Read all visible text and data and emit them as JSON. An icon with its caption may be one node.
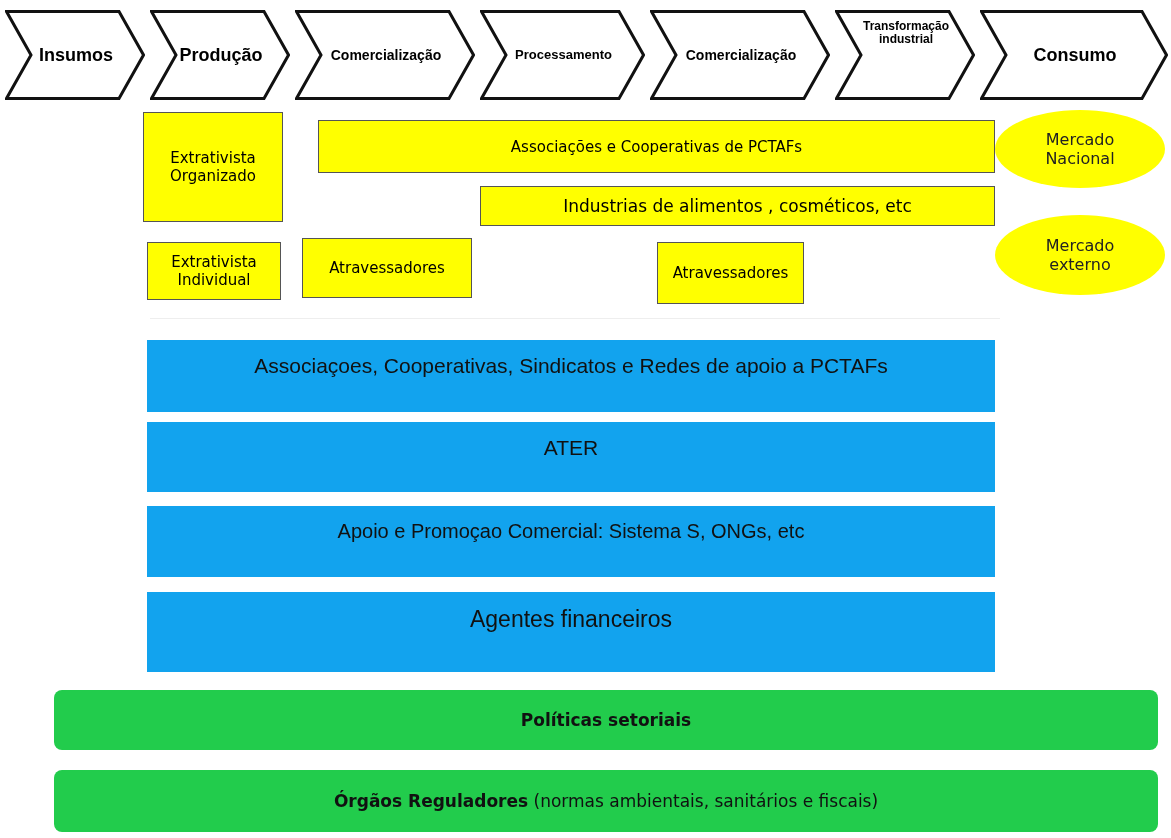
{
  "diagram": {
    "nodes": [
      {
        "text": [
          "Insumos"
        ]
      },
      {
        "text": [
          "Produção"
        ]
      },
      {
        "text": [
          "Comercialização"
        ]
      },
      {
        "text": [
          "Processamento"
        ]
      },
      {
        "text": [
          "Comercialização"
        ]
      },
      {
        "text": [
          "Transformação industrial"
        ]
      },
      {
        "text": [
          "Consumo"
        ]
      },
      {
        "text": [
          "Extrativista Organizado"
        ]
      },
      {
        "text": [
          "Associações e Cooperativas de PCTAFs"
        ]
      },
      {
        "text": [
          "Mercado Nacional"
        ]
      },
      {
        "text": [
          "Industrias de alimentos , cosméticos, etc"
        ]
      },
      {
        "text": [
          "Extrativista Individual"
        ]
      },
      {
        "text": [
          "Atravessadores"
        ]
      },
      {
        "text": [
          "Atravessadores"
        ]
      },
      {
        "text": [
          "Mercado externo"
        ]
      },
      {
        "text": [
          "Associaçoes, Cooperativas, Sindicatos e Redes de apoio a PCTAFs"
        ]
      },
      {
        "text": [
          "ATER"
        ]
      },
      {
        "text": [
          "Apoio e Promoçao Comercial: Sistema S, ONGs, etc"
        ]
      },
      {
        "text": [
          "Agentes financeiros"
        ]
      },
      {
        "text": [
          "Políticas setoriais"
        ]
      },
      {
        "text": [
          "**Órgãos Reguladores** (normas ambientais, sanitários e fiscais)"
        ]
      }
    ],
    "edges": []
  }
}
